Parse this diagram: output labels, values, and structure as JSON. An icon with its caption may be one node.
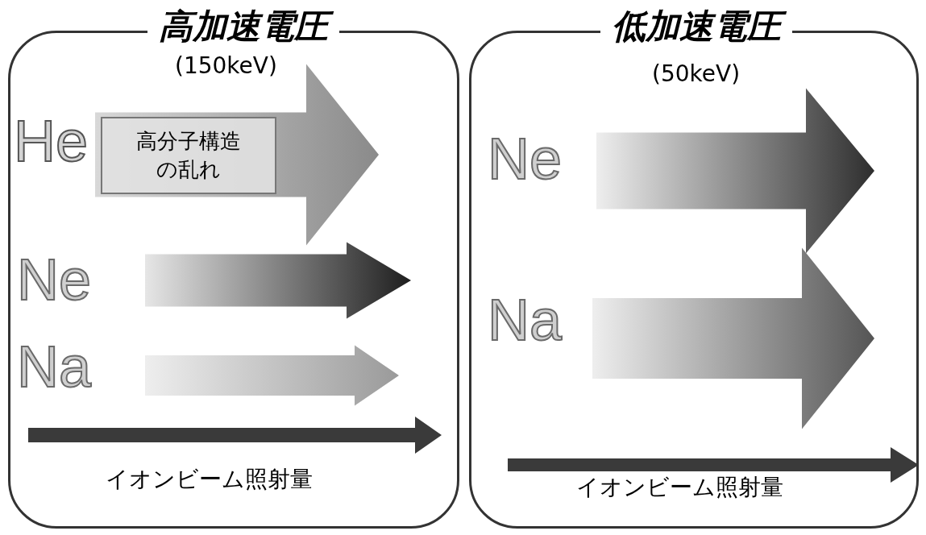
{
  "diagram": {
    "nodes": [
      {
        "text": [
          "高加速電圧",
          "(150keV)"
        ]
      },
      {
        "text": [
          "低加速電圧",
          "(50keV)"
        ]
      },
      {
        "text": [
          "高分子構造の乱れ"
        ],
        "in": 0
      }
    ],
    "labels": [
      "He",
      "Ne",
      "Na",
      "イオンビーム照射量",
      "Ne",
      "Na",
      "イオンビーム照射量"
    ]
  }
}
